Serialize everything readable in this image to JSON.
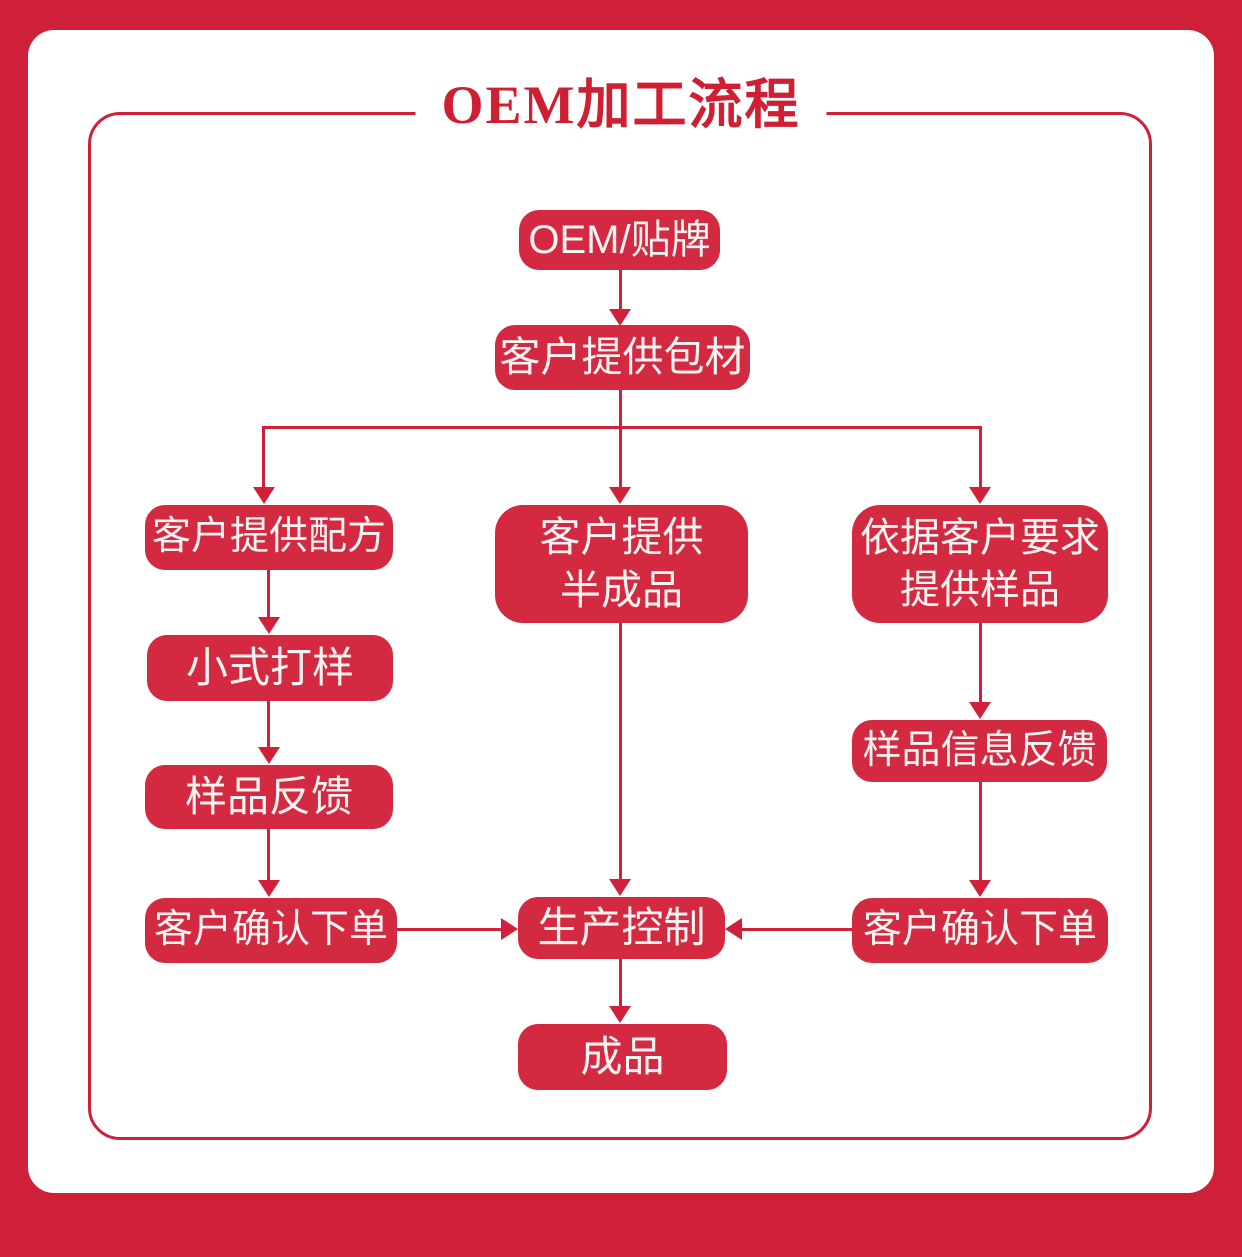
{
  "diagram": {
    "title": "OEM加工流程",
    "nodes": {
      "oem": "OEM/贴牌",
      "package": "客户提供包材",
      "formula": "客户提供配方",
      "trial": "小式打样",
      "sample_feedback": "样品反馈",
      "order_left": "客户确认下单",
      "semi_finished": "客户提供\n半成品",
      "per_request": "依据客户要求\n提供样品",
      "sample_info_feedback": "样品信息反馈",
      "order_right": "客户确认下单",
      "production": "生产控制",
      "finished": "成品"
    },
    "edges": [
      {
        "from": "OEM/贴牌",
        "to": "客户提供包材"
      },
      {
        "from": "客户提供包材",
        "to": "客户提供配方"
      },
      {
        "from": "客户提供包材",
        "to": "客户提供半成品"
      },
      {
        "from": "客户提供包材",
        "to": "依据客户要求提供样品"
      },
      {
        "from": "客户提供配方",
        "to": "小式打样"
      },
      {
        "from": "小式打样",
        "to": "样品反馈"
      },
      {
        "from": "样品反馈",
        "to": "客户确认下单(左)"
      },
      {
        "from": "客户确认下单(左)",
        "to": "生产控制"
      },
      {
        "from": "客户提供半成品",
        "to": "生产控制"
      },
      {
        "from": "依据客户要求提供样品",
        "to": "样品信息反馈"
      },
      {
        "from": "样品信息反馈",
        "to": "客户确认下单(右)"
      },
      {
        "from": "客户确认下单(右)",
        "to": "生产控制"
      },
      {
        "from": "生产控制",
        "to": "成品"
      }
    ],
    "colors": {
      "frame_red": "#CE2139",
      "node_red": "#D32A42",
      "line_red": "#D3203A",
      "title_red": "#CE1F33",
      "node_text": "#F9F4F2",
      "background": "#FFFFFF"
    }
  }
}
